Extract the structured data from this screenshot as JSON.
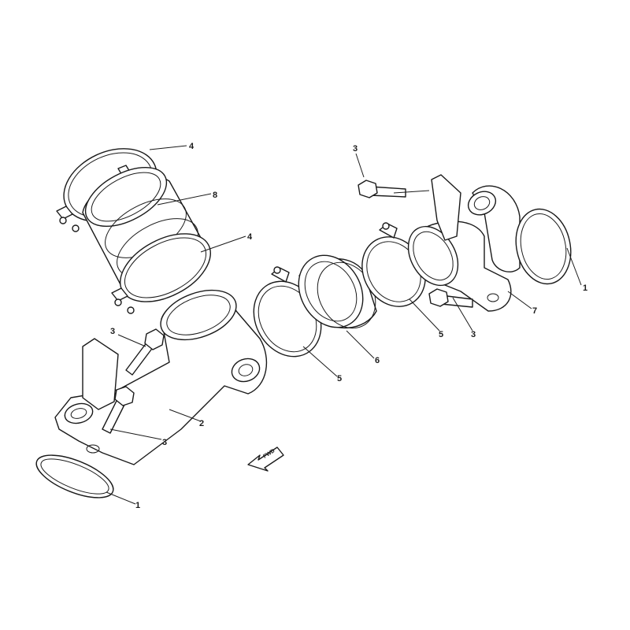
{
  "diagram": {
    "callouts": [
      {
        "id": "c1a",
        "label": "1"
      },
      {
        "id": "c1b",
        "label": "1"
      },
      {
        "id": "c2",
        "label": "2"
      },
      {
        "id": "c3a",
        "label": "3"
      },
      {
        "id": "c3b",
        "label": "3"
      },
      {
        "id": "c3c",
        "label": "3"
      },
      {
        "id": "c3d",
        "label": "3"
      },
      {
        "id": "c4a",
        "label": "4"
      },
      {
        "id": "c4b",
        "label": "4"
      },
      {
        "id": "c5a",
        "label": "5"
      },
      {
        "id": "c5b",
        "label": "5"
      },
      {
        "id": "c6",
        "label": "6"
      },
      {
        "id": "c7",
        "label": "7"
      },
      {
        "id": "c8",
        "label": "8"
      }
    ],
    "fwd_label": "FWD"
  }
}
